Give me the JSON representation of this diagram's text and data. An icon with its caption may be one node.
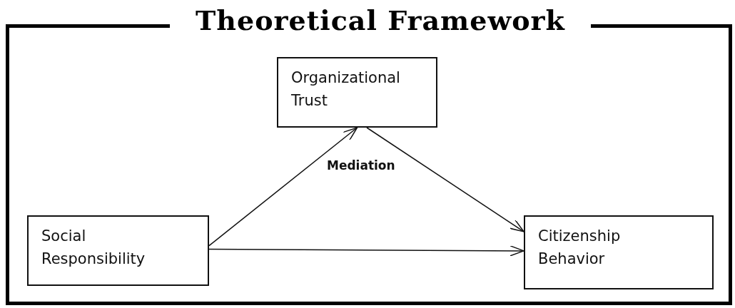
{
  "diagram": {
    "nodes": [
      {
        "text": [
          "Theoretical Framework"
        ]
      },
      {
        "text": [
          "Organizational Trust"
        ],
        "in": 0
      },
      {
        "text": [
          "Social Responsibility"
        ],
        "in": 0
      },
      {
        "text": [
          "Citizenship Behavior"
        ],
        "in": 0
      }
    ],
    "edges": [
      {
        "from": 2,
        "to": 1,
        "arrow": "to"
      },
      {
        "from": 1,
        "to": 3,
        "arrow": "to"
      },
      {
        "from": 2,
        "to": 3,
        "arrow": "to"
      }
    ],
    "labels": [
      "Mediation"
    ]
  }
}
